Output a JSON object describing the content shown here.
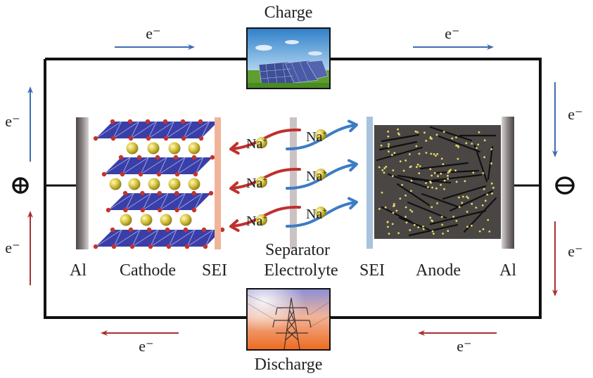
{
  "title": "Sodium-ion battery working principle",
  "colors": {
    "charge_arrow": "#3c6eb0",
    "discharge_arrow": "#a8322e",
    "wire": "#111111",
    "cathode_layer": "#3a3fa8",
    "oxygen_atom": "#c8322a",
    "sodium_atom": "#d9c640",
    "cathode_sei": "#f0b49a",
    "separator": "#c8bfbf",
    "anode_sei": "#a9c3de",
    "anode_bg": "#4a4644",
    "anode_dot": "#e6d86a"
  },
  "circuit": {
    "charge_label": "Charge",
    "discharge_label": "Discharge",
    "charge_image": "solar-panels",
    "discharge_image": "power-transmission-tower",
    "positive_terminal": "⊕",
    "negative_terminal": "Θ",
    "electron": "e⁻"
  },
  "ions": {
    "label": "Na",
    "charge": "+"
  },
  "components": {
    "al_left": "Al",
    "cathode": "Cathode",
    "sei_left": "SEI",
    "separator": "Separator",
    "electrolyte": "Electrolyte",
    "sei_right": "SEI",
    "anode": "Anode",
    "al_right": "Al"
  }
}
